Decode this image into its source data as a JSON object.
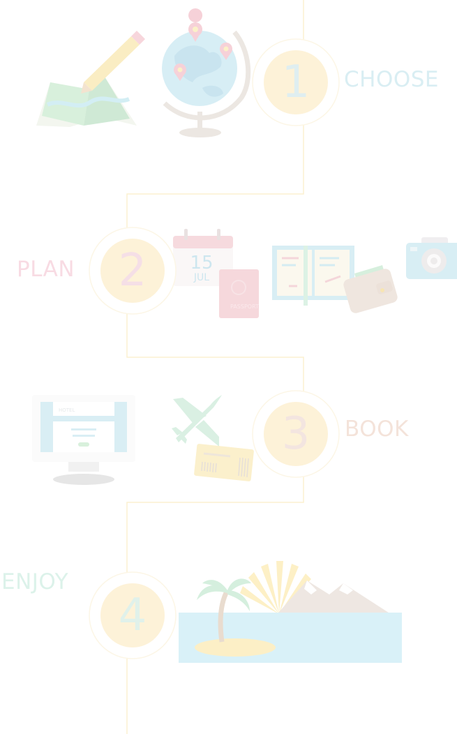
{
  "colors": {
    "path_line": "#fbf1d0",
    "circle_fill": "#fdf2d8",
    "circle_ring": "#fcf6e6",
    "choose": "#d9eef3",
    "plan": "#f8dbe3",
    "book": "#f4e3da",
    "enjoy": "#dcf2ea",
    "num_1": "#dfeef0",
    "num_2": "#f5dfe6",
    "num_3": "#f3e5e0",
    "num_4": "#e0f1ea"
  },
  "steps": [
    {
      "number": "1",
      "label": "CHOOSE",
      "icons": [
        "map-pencil-icon",
        "globe-pins-icon"
      ]
    },
    {
      "number": "2",
      "label": "PLAN",
      "icons": [
        "calendar-icon",
        "passport-icon",
        "notebook-icon",
        "wallet-icon",
        "camera-icon"
      ]
    },
    {
      "number": "3",
      "label": "BOOK",
      "icons": [
        "hotel-monitor-icon",
        "airplane-icon",
        "ticket-icon"
      ]
    },
    {
      "number": "4",
      "label": "ENJOY",
      "icons": [
        "island-palm-icon",
        "sun-icon",
        "mountains-icon",
        "sea-icon"
      ]
    }
  ],
  "calendar": {
    "day": "15",
    "month": "JUL"
  },
  "passport_text": "PASSPORT",
  "hotel_text": "HOTEL"
}
